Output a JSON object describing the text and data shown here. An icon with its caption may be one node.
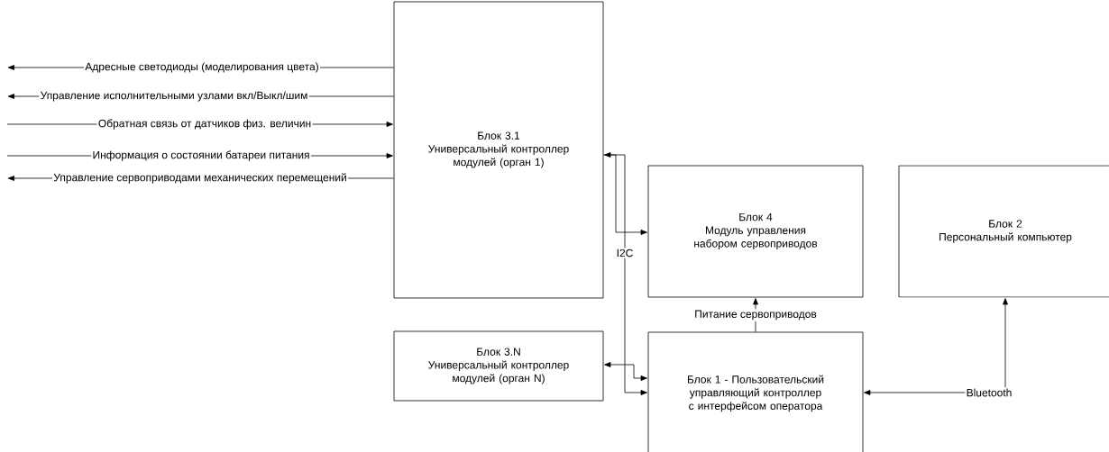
{
  "diagram": {
    "nodes": [
      {
        "text": [
          "Блок 3.1",
          "Универсальный контроллер модулей (орган 1)"
        ]
      },
      {
        "text": [
          "Блок 4",
          "Модуль управления набором сервоприводов"
        ]
      },
      {
        "text": [
          "Блок 2",
          "Персональный компьютер"
        ]
      },
      {
        "text": [
          "Блок 3.N",
          "Универсальный контроллер модулей (орган N)"
        ]
      },
      {
        "text": [
          "Блок 1 - Пользовательский управляющий контроллер с интерфейсом оператора"
        ]
      }
    ],
    "edges": [
      {
        "from": 0,
        "to": null,
        "arrow": "to",
        "label": "Адресные светодиоды (моделирования цвета)"
      },
      {
        "from": 0,
        "to": null,
        "arrow": "to",
        "label": "Управление исполнительными узлами вкл/Выкл/шим"
      },
      {
        "from": null,
        "to": 0,
        "arrow": "to",
        "label": "Обратная связь от датчиков физ. величин"
      },
      {
        "from": null,
        "to": 0,
        "arrow": "to",
        "label": "Информация о состоянии батареи питания"
      },
      {
        "from": 0,
        "to": null,
        "arrow": "to",
        "label": "Управление сервоприводами механических перемещений"
      },
      {
        "from": 0,
        "to": 1,
        "arrow": "both"
      },
      {
        "from": 0,
        "to": 4,
        "arrow": "to",
        "label": "I2C"
      },
      {
        "from": 3,
        "to": 4,
        "arrow": "both"
      },
      {
        "from": 4,
        "to": 1,
        "arrow": "to",
        "label": "Питание сервоприводов"
      },
      {
        "from": 4,
        "to": 2,
        "arrow": "both",
        "label": "Bluetooth"
      }
    ]
  }
}
